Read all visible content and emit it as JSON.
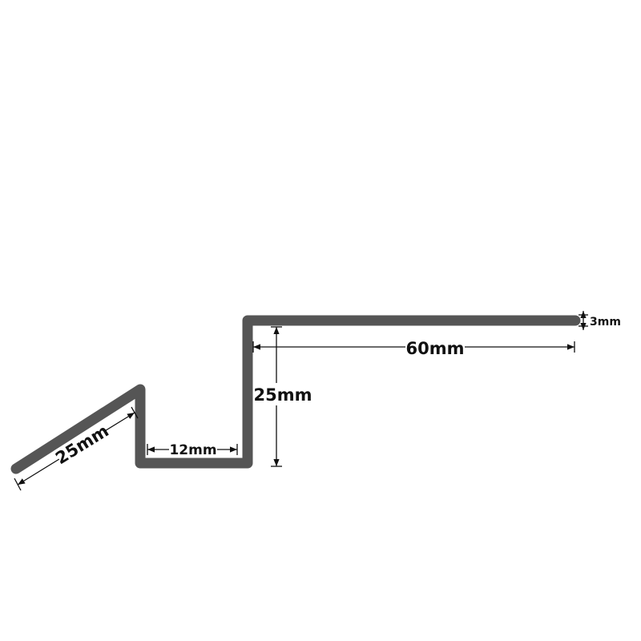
{
  "colors": {
    "profile": "#555555",
    "dimension_line": "#111111",
    "background": "#ffffff"
  },
  "dimensions": {
    "angled_leg": "25mm",
    "bottom_channel": "12mm",
    "riser": "25mm",
    "top_flange": "60mm",
    "thickness": "3mm"
  }
}
